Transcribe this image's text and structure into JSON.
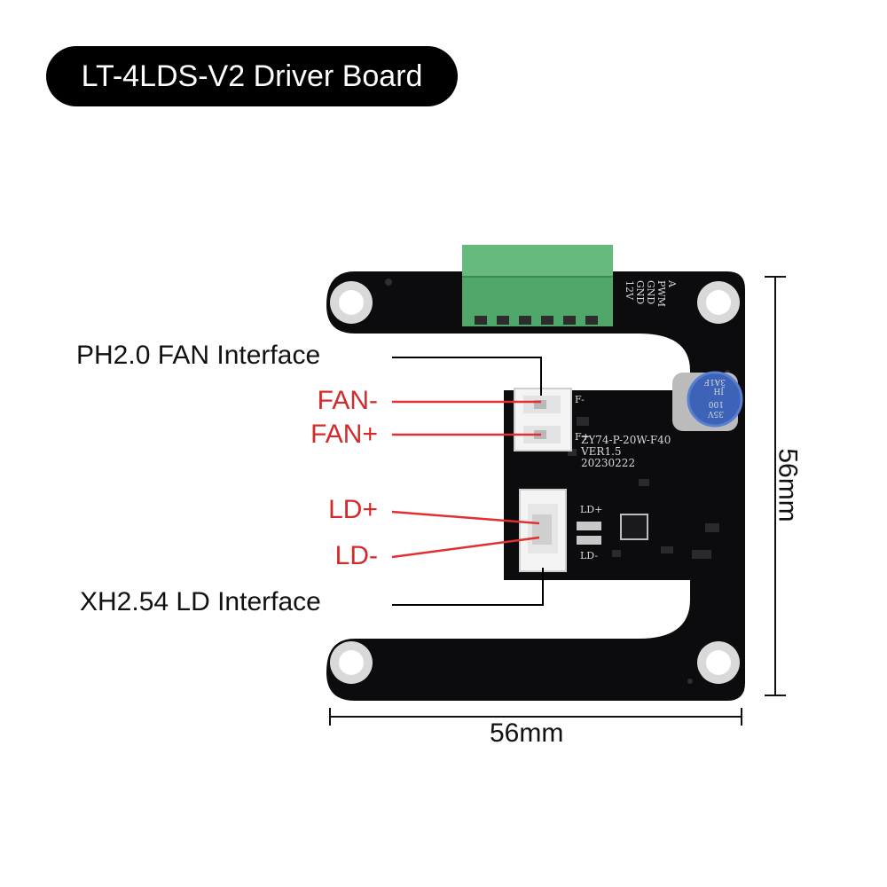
{
  "title": "LT-4LDS-V2 Driver Board",
  "labels": {
    "ph_fan_interface": "PH2.0 FAN Interface",
    "fan_minus": "FAN-",
    "fan_plus": "FAN+",
    "ld_plus": "LD+",
    "ld_minus": "LD-",
    "xh_ld_interface": "XH2.54 LD Interface"
  },
  "dimensions": {
    "width": "56mm",
    "height": "56mm"
  },
  "board_silkscreen": {
    "terminal_pins": [
      "A",
      "PWM",
      "GND",
      "GND",
      "12V"
    ],
    "model": "ZY74-P-20W-F40",
    "version": "VER1.5",
    "date": "20230222",
    "capacitor": [
      "35V",
      "100",
      "JH",
      "3A1F"
    ],
    "fan_pin_minus": "F-",
    "fan_pin_plus": "F+",
    "ld_pin_plus": "LD+",
    "ld_pin_minus": "LD-"
  },
  "colors": {
    "polarity_label": "#d42a2a",
    "leader_line_red": "#e03030",
    "leader_line_black": "#000000",
    "pcb": "#0c0c0f",
    "terminal_block": "#4fa86a",
    "capacitor": "#3d63b8"
  }
}
